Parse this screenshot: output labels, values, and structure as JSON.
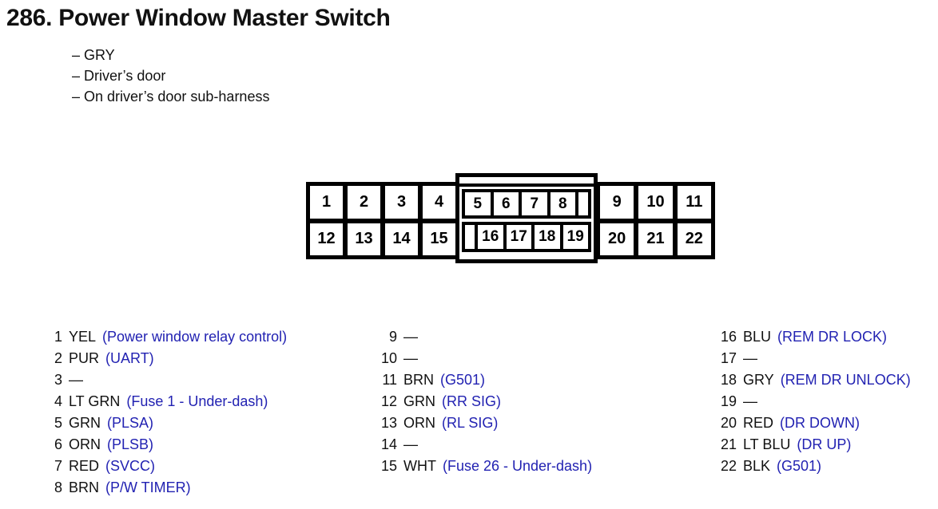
{
  "title": "286. Power Window Master Switch",
  "notes": [
    "– GRY",
    "– Driver’s door",
    "– On driver’s door sub-harness"
  ],
  "connector": {
    "left_top": [
      "1",
      "2",
      "3",
      "4"
    ],
    "left_bottom": [
      "12",
      "13",
      "14",
      "15"
    ],
    "middle_top": [
      "5",
      "6",
      "7",
      "8"
    ],
    "middle_bottom": [
      "16",
      "17",
      "18",
      "19"
    ],
    "right_top": [
      "9",
      "10",
      "11"
    ],
    "right_bottom": [
      "20",
      "21",
      "22"
    ]
  },
  "pins": {
    "col1": [
      {
        "num": "1",
        "color": "YEL",
        "func": "(Power window relay control)"
      },
      {
        "num": "2",
        "color": "PUR",
        "func": "(UART)"
      },
      {
        "num": "3",
        "color": "—",
        "func": ""
      },
      {
        "num": "4",
        "color": "LT GRN",
        "func": "(Fuse 1 - Under-dash)"
      },
      {
        "num": "5",
        "color": "GRN",
        "func": "(PLSA)"
      },
      {
        "num": "6",
        "color": "ORN",
        "func": "(PLSB)"
      },
      {
        "num": "7",
        "color": "RED",
        "func": "(SVCC)"
      },
      {
        "num": "8",
        "color": "BRN",
        "func": "(P/W TIMER)"
      }
    ],
    "col2": [
      {
        "num": "9",
        "color": "—",
        "func": ""
      },
      {
        "num": "10",
        "color": "—",
        "func": ""
      },
      {
        "num": "11",
        "color": "BRN",
        "func": "(G501)"
      },
      {
        "num": "12",
        "color": "GRN",
        "func": "(RR SIG)"
      },
      {
        "num": "13",
        "color": "ORN",
        "func": "(RL SIG)"
      },
      {
        "num": "14",
        "color": "—",
        "func": ""
      },
      {
        "num": "15",
        "color": "WHT",
        "func": "(Fuse 26 - Under-dash)"
      }
    ],
    "col3": [
      {
        "num": "16",
        "color": "BLU",
        "func": "(REM DR LOCK)"
      },
      {
        "num": "17",
        "color": "—",
        "func": ""
      },
      {
        "num": "18",
        "color": "GRY",
        "func": "(REM DR UNLOCK)"
      },
      {
        "num": "19",
        "color": "—",
        "func": ""
      },
      {
        "num": "20",
        "color": "RED",
        "func": "(DR DOWN)"
      },
      {
        "num": "21",
        "color": "LT BLU",
        "func": "(DR UP)"
      },
      {
        "num": "22",
        "color": "BLK",
        "func": "(G501)"
      }
    ]
  },
  "colors": {
    "function_blue": "#2222b2",
    "text": "#111111"
  }
}
